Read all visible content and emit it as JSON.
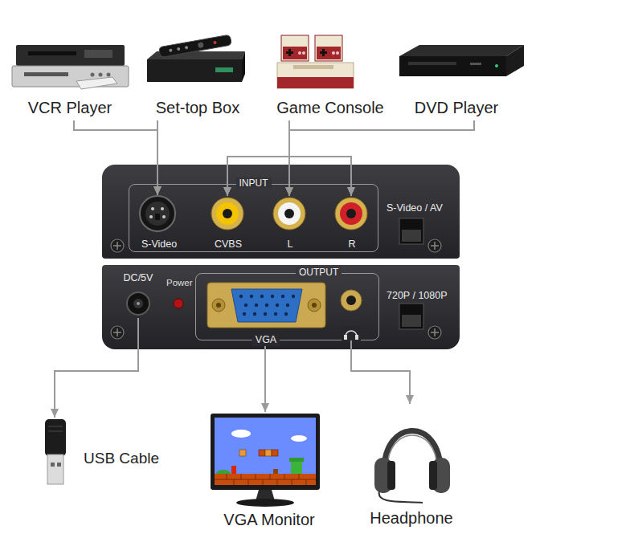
{
  "diagram": {
    "nodes": [
      {
        "text": [
          "VCR Player"
        ]
      },
      {
        "text": [
          "Set-top Box"
        ]
      },
      {
        "text": [
          "Game Console"
        ]
      },
      {
        "text": [
          "DVD Player"
        ]
      },
      {
        "text": [
          "S-Video / AV"
        ]
      },
      {
        "text": [
          "INPUT"
        ],
        "in": 4
      },
      {
        "text": [
          "S-Video"
        ],
        "in": 5
      },
      {
        "text": [
          "CVBS"
        ],
        "in": 5
      },
      {
        "text": [
          "L"
        ],
        "in": 5
      },
      {
        "text": [
          "R"
        ],
        "in": 5
      },
      {
        "text": [
          "720P / 1080P"
        ]
      },
      {
        "text": [
          "DC/5V"
        ],
        "in": 10
      },
      {
        "text": [
          "OUTPUT"
        ],
        "in": 10
      },
      {
        "text": [
          "VGA"
        ],
        "in": 12
      },
      {
        "text": [
          "USB Cable"
        ]
      },
      {
        "text": [
          "VGA Monitor"
        ]
      },
      {
        "text": [
          "Headphone"
        ]
      }
    ],
    "edges": [
      {
        "from": 0,
        "to": 6,
        "arrow": "to"
      },
      {
        "from": 1,
        "to": 6,
        "arrow": "to"
      },
      {
        "from": 2,
        "to": 7,
        "arrow": "to"
      },
      {
        "from": 2,
        "to": 8,
        "arrow": "to"
      },
      {
        "from": 2,
        "to": 9,
        "arrow": "to"
      },
      {
        "from": 3,
        "to": 7,
        "arrow": "to"
      },
      {
        "from": 3,
        "to": 8,
        "arrow": "to"
      },
      {
        "from": 3,
        "to": 9,
        "arrow": "to"
      },
      {
        "from": 11,
        "to": 14,
        "arrow": "to"
      },
      {
        "from": 13,
        "to": 15,
        "arrow": "to"
      },
      {
        "from": 12,
        "to": 16,
        "arrow": "to"
      }
    ],
    "labels": [
      "Power"
    ]
  }
}
